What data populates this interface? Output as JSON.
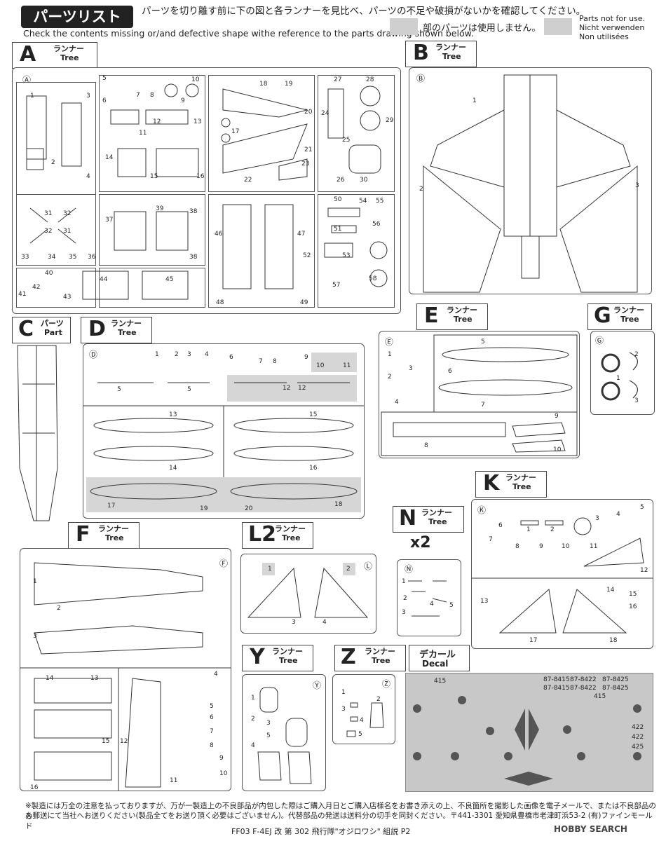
{
  "header": {
    "banner": "パーツリスト",
    "instruction_jp": "パーツを切り離す前に下の図と各ランナーを見比べ、パーツの不足や破損がないかを確認してください。",
    "instruction_en": "Check the contents missing or/and defective shape withe reference to the parts drawing shown below.",
    "unused_jp": "部のパーツは使用しません。",
    "unused_en1": "Parts not for use.",
    "unused_de": "Nicht verwenden",
    "unused_fr": "Non utilisées"
  },
  "runners": {
    "A": {
      "letter": "A",
      "jp": "ランナー",
      "en": "Tree",
      "marker": "Ⓐ",
      "parts": [
        "1",
        "2",
        "3",
        "4",
        "5",
        "6",
        "7",
        "8",
        "9",
        "10",
        "11",
        "12",
        "13",
        "14",
        "15",
        "16",
        "17",
        "18",
        "19",
        "20",
        "21",
        "22",
        "23",
        "24",
        "25",
        "26",
        "27",
        "28",
        "29",
        "30",
        "31",
        "32",
        "32",
        "31",
        "33",
        "34",
        "35",
        "36",
        "37",
        "38",
        "39",
        "38",
        "40",
        "41",
        "42",
        "43",
        "44",
        "45",
        "46",
        "47",
        "48",
        "49",
        "50",
        "51",
        "52",
        "53",
        "54",
        "55",
        "56",
        "57",
        "58"
      ]
    },
    "B": {
      "letter": "B",
      "jp": "ランナー",
      "en": "Tree",
      "marker": "Ⓑ",
      "parts": [
        "1",
        "2",
        "3"
      ]
    },
    "C": {
      "letter": "C",
      "jp": "パーツ",
      "en": "Part"
    },
    "D": {
      "letter": "D",
      "jp": "ランナー",
      "en": "Tree",
      "marker": "Ⓓ",
      "parts": [
        "1",
        "2",
        "3",
        "4",
        "5",
        "5",
        "6",
        "7",
        "8",
        "9",
        "10",
        "11",
        "12",
        "12",
        "13",
        "14",
        "15",
        "16",
        "17",
        "18",
        "19",
        "20"
      ]
    },
    "E": {
      "letter": "E",
      "jp": "ランナー",
      "en": "Tree",
      "marker": "Ⓔ",
      "parts": [
        "1",
        "2",
        "3",
        "4",
        "5",
        "6",
        "7",
        "8",
        "9",
        "10"
      ]
    },
    "G": {
      "letter": "G",
      "jp": "ランナー",
      "en": "Tree",
      "marker": "Ⓖ",
      "parts": [
        "1",
        "2",
        "3"
      ]
    },
    "K": {
      "letter": "K",
      "jp": "ランナー",
      "en": "Tree",
      "marker": "Ⓚ",
      "parts": [
        "1",
        "2",
        "3",
        "4",
        "5",
        "6",
        "7",
        "8",
        "9",
        "10",
        "11",
        "12",
        "13",
        "14",
        "15",
        "16",
        "17",
        "18"
      ]
    },
    "F": {
      "letter": "F",
      "jp": "ランナー",
      "en": "Tree",
      "marker": "Ⓕ",
      "parts": [
        "1",
        "2",
        "3",
        "4",
        "5",
        "6",
        "7",
        "8",
        "9",
        "10",
        "11",
        "12",
        "13",
        "14",
        "15",
        "16"
      ]
    },
    "L2": {
      "letter": "L2",
      "jp": "ランナー",
      "en": "Tree",
      "marker": "Ⓛ",
      "parts": [
        "1",
        "2",
        "3",
        "4"
      ]
    },
    "N": {
      "letter": "N",
      "jp": "ランナー",
      "en": "Tree",
      "multiplier": "x2",
      "marker": "Ⓝ",
      "parts": [
        "1",
        "2",
        "3",
        "4",
        "5"
      ]
    },
    "Y": {
      "letter": "Y",
      "jp": "ランナー",
      "en": "Tree",
      "marker": "Ⓨ",
      "parts": [
        "1",
        "2",
        "3",
        "4",
        "5"
      ]
    },
    "Z": {
      "letter": "Z",
      "jp": "ランナー",
      "en": "Tree",
      "marker": "Ⓩ",
      "parts": [
        "1",
        "2",
        "3",
        "4",
        "5"
      ]
    },
    "Decal": {
      "jp": "デカール",
      "en": "Decal",
      "markings": [
        "415",
        "87-8415",
        "87-8422",
        "87-8425",
        "87-8415",
        "87-8422",
        "87-8425",
        "415",
        "422",
        "422",
        "425"
      ]
    }
  },
  "footer": {
    "line1": "※製造には万全の注意を払っておりますが、万が一製造上の不良部品が内包した際はご購入月日とご購入店様名をお書き添えの上、不良箇所を撮影した画像を電子メールで、または不良部品のみ",
    "line2": "を郵送にて当社へお送りください(製品全てをお送り頂く必要はございません)。代替部品の発送は送料分の切手を同封ください。〒441-3301 愛知県豊橋市老津町浜53-2 (有)ファインモールド",
    "page_label": "FF03 F-4EJ 改 第 302 飛行隊\"オジロワシ\" 組説 P2",
    "watermark": "HOBBY SEARCH"
  }
}
